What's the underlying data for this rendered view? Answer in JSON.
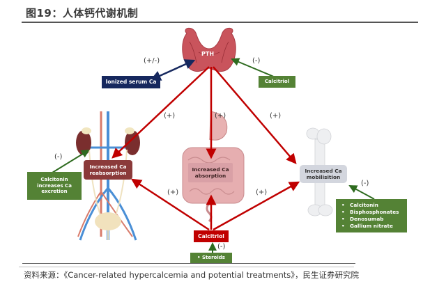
{
  "title": "图19：人体钙代谢机制",
  "source": "资料来源：《Cancer-related hypercalcemia and potential treatments》，民生证券研究院",
  "colors": {
    "inhibition_arrow": "#2e6b1f",
    "stimulation_arrow": "#c00000",
    "feedback_arrow": "#16285e"
  },
  "nodes": {
    "pth": "PTH",
    "ionized_serum_ca": "Ionized serum Ca",
    "calcitriol_top": "Calcitriol",
    "kidney": "Increased Ca reabsorption",
    "gut": "Increased Ca absorption",
    "bone": "Increased Ca mobilisition",
    "calcitonin_kidney": "Calcitonin increases Ca excretion",
    "calcitriol_bottom": "Calcitriol",
    "steroids": "• Steroids",
    "bone_inhibitors": [
      "Calcitonin",
      "Bisphosphonates",
      "Denosumab",
      "Gallium nitrate"
    ]
  },
  "signs": {
    "ionized_to_pth": "(+/-)",
    "calcitriol_to_pth": "(-)",
    "pth_to_kidney": "(+)",
    "pth_to_gut": "(+)",
    "pth_to_bone": "(+)",
    "calcitonin_to_kidney": "(-)",
    "calcitriol_to_kidney": "(+)",
    "calcitriol_to_bone": "(+)",
    "inhibitors_to_bone": "(-)",
    "steroids_to_calcitriol": "(-)"
  }
}
